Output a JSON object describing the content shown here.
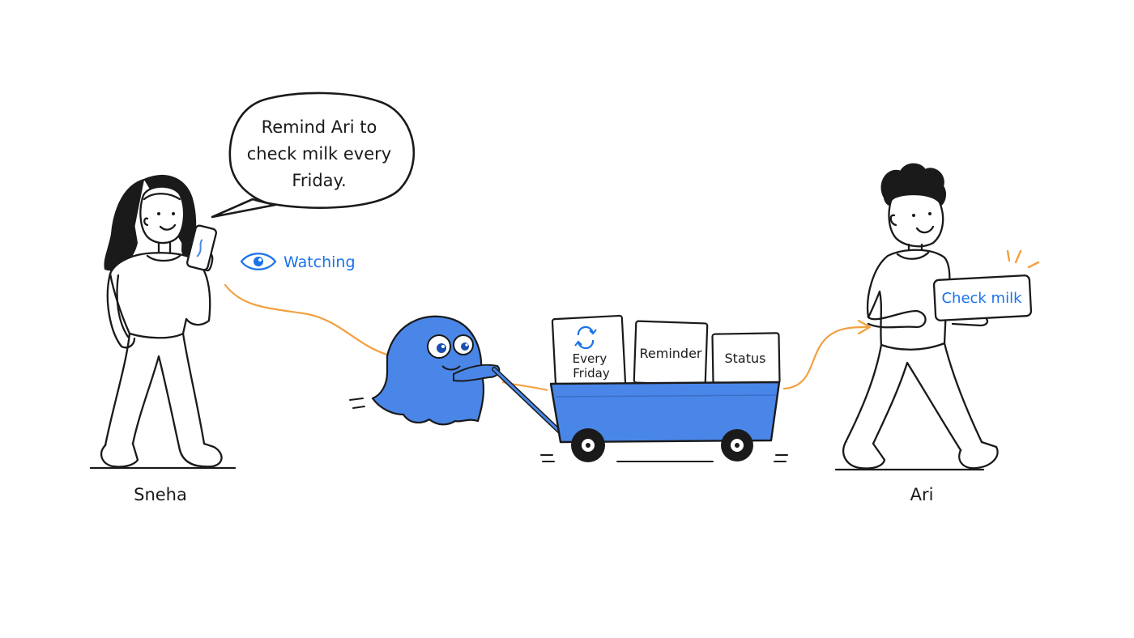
{
  "speech": {
    "line1": "Remind Ari to",
    "line2": "check milk every",
    "line3": "Friday."
  },
  "watching": {
    "label": "Watching",
    "icon": "eye-icon"
  },
  "cards": {
    "schedule_line1": "Every",
    "schedule_line2": "Friday",
    "schedule_icon": "repeat-icon",
    "reminder": "Reminder",
    "status": "Status"
  },
  "notification": {
    "label": "Check milk"
  },
  "people": {
    "sender": "Sneha",
    "receiver": "Ari"
  },
  "colors": {
    "ink": "#1a1a1a",
    "accent_blue": "#4a86e8",
    "link_blue": "#1a73e8",
    "arrow_orange": "#f2a040"
  }
}
